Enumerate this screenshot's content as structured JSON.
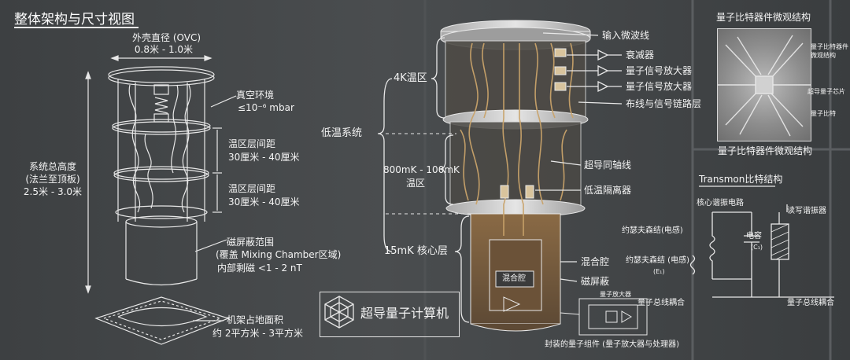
{
  "title": "整体架构与尺寸视图",
  "left": {
    "shell_label": "外壳直径 (OVC)",
    "shell_size": "0.8米 - 1.0米",
    "vacuum_label": "真空环境",
    "vacuum_value": "≤10⁻⁶ mbar",
    "height_label_1": "系统总高度",
    "height_label_2": "(法兰至顶板)",
    "height_value": "2.5米 - 3.0米",
    "gap1_label": "温区层间距",
    "gap1_value": "30厘米 - 40厘米",
    "gap2_label": "温区层间距",
    "gap2_value": "30厘米 - 40厘米",
    "shield_label_1": "磁屏蔽范围",
    "shield_label_2": "(覆盖 Mixing Chamber区域)",
    "shield_label_3": "内部剩磁 <1 - 2 nT",
    "floor_label_1": "机架占地面积",
    "floor_label_2": "约 2平方米 - 3平方米"
  },
  "middle": {
    "system_label": "低温系统",
    "zone_4k": "4K温区",
    "zone_800_1": "800mK - 100mK",
    "zone_800_2": "温区",
    "zone_15mk": "15mK 核心层",
    "input_line": "输入微波线",
    "attenuator": "衰减器",
    "amp1": "量子信号放大器",
    "amp2": "量子信号放大器",
    "wiring": "布线与信号链路层",
    "coax": "超导同轴线",
    "isolator": "低温隔离器",
    "mixing": "混合腔",
    "mag_shield": "磁屏蔽",
    "mixing_inner": "混合腔",
    "qamp": "量子放大器",
    "package": "封装的量子组件 (量子放大器与处理器)",
    "brand": "超导量子计算机"
  },
  "right": {
    "micro_title": "量子比特器件微观结构",
    "micro_label_1a": "量子比特器件",
    "micro_label_1b": "微观结构",
    "micro_label_2": "超导量子芯片",
    "micro_label_3": "量子比特",
    "micro_caption": "量子比特器件微观结构",
    "transmon_title": "Transmon比特结构",
    "core_res": "核心谐振电路",
    "readout_res": "读写谐振器",
    "jj1": "约瑟夫森结(电感)",
    "capacitor_1": "电容",
    "capacitor_2": "(C₁)",
    "jj2_1": "约瑟夫森结 (电感)",
    "jj2_2": "(E₁)",
    "bus1": "量子总线耦合",
    "bus2": "量子总线耦合"
  },
  "colors": {
    "background": "#444749",
    "line": "#e8e8e8",
    "copper": "#b98a55",
    "gold": "#c9a36a"
  }
}
